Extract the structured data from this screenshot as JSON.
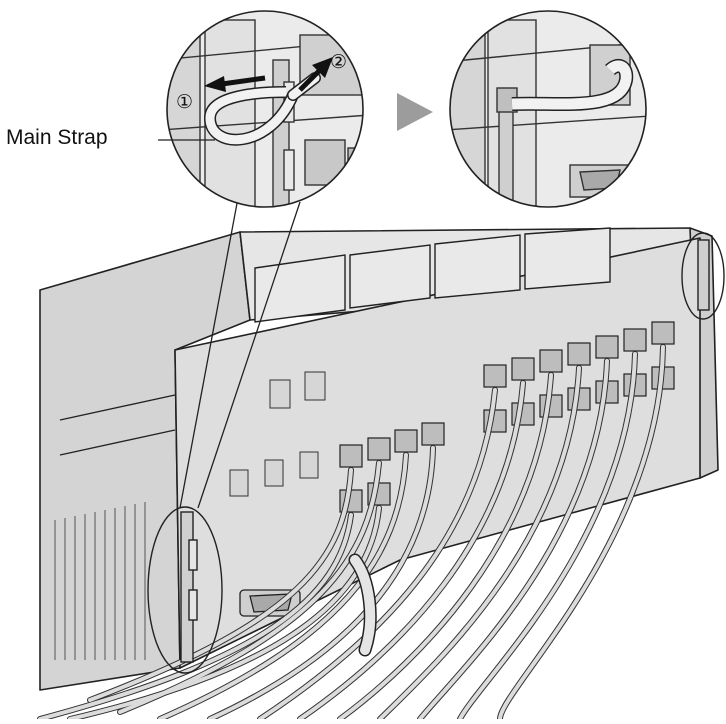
{
  "labels": {
    "main_strap": "Main Strap",
    "step_1": "①",
    "step_2": "②"
  },
  "colors": {
    "chassis_light": "#e2e2e2",
    "chassis_mid": "#c9c9c9",
    "chassis_dark": "#a8a8a8",
    "line": "#222222",
    "cable": "#dcdcdc",
    "arrow_fill": "#9c9c9c"
  }
}
